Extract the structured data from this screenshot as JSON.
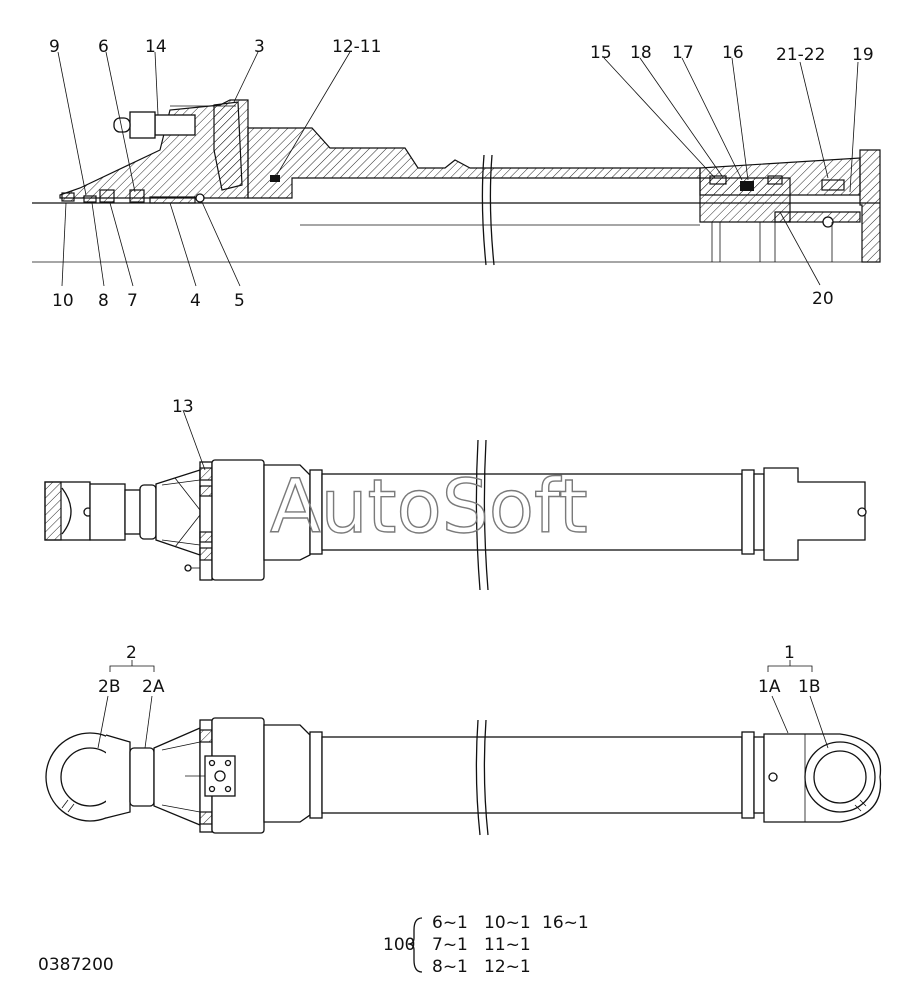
{
  "watermark": "AutoSoft",
  "drawing_number": "0387200",
  "callouts_top": {
    "c9": "9",
    "c6": "6",
    "c14": "14",
    "c3": "3",
    "c12_11": "12-11",
    "c15": "15",
    "c18": "18",
    "c17": "17",
    "c16": "16",
    "c21_22": "21-22",
    "c19": "19",
    "c10": "10",
    "c8": "8",
    "c7": "7",
    "c4": "4",
    "c5": "5",
    "c20": "20"
  },
  "callouts_mid": {
    "c13": "13"
  },
  "callouts_bottom": {
    "c2": "2",
    "c2B": "2B",
    "c2A": "2A",
    "c1": "1",
    "c1A": "1A",
    "c1B": "1B"
  },
  "kit": {
    "label": "100",
    "row1": [
      "6~1",
      "10~1",
      "16~1"
    ],
    "row2": [
      "7~1",
      "11~1"
    ],
    "row3": [
      "8~1",
      "12~1"
    ]
  }
}
